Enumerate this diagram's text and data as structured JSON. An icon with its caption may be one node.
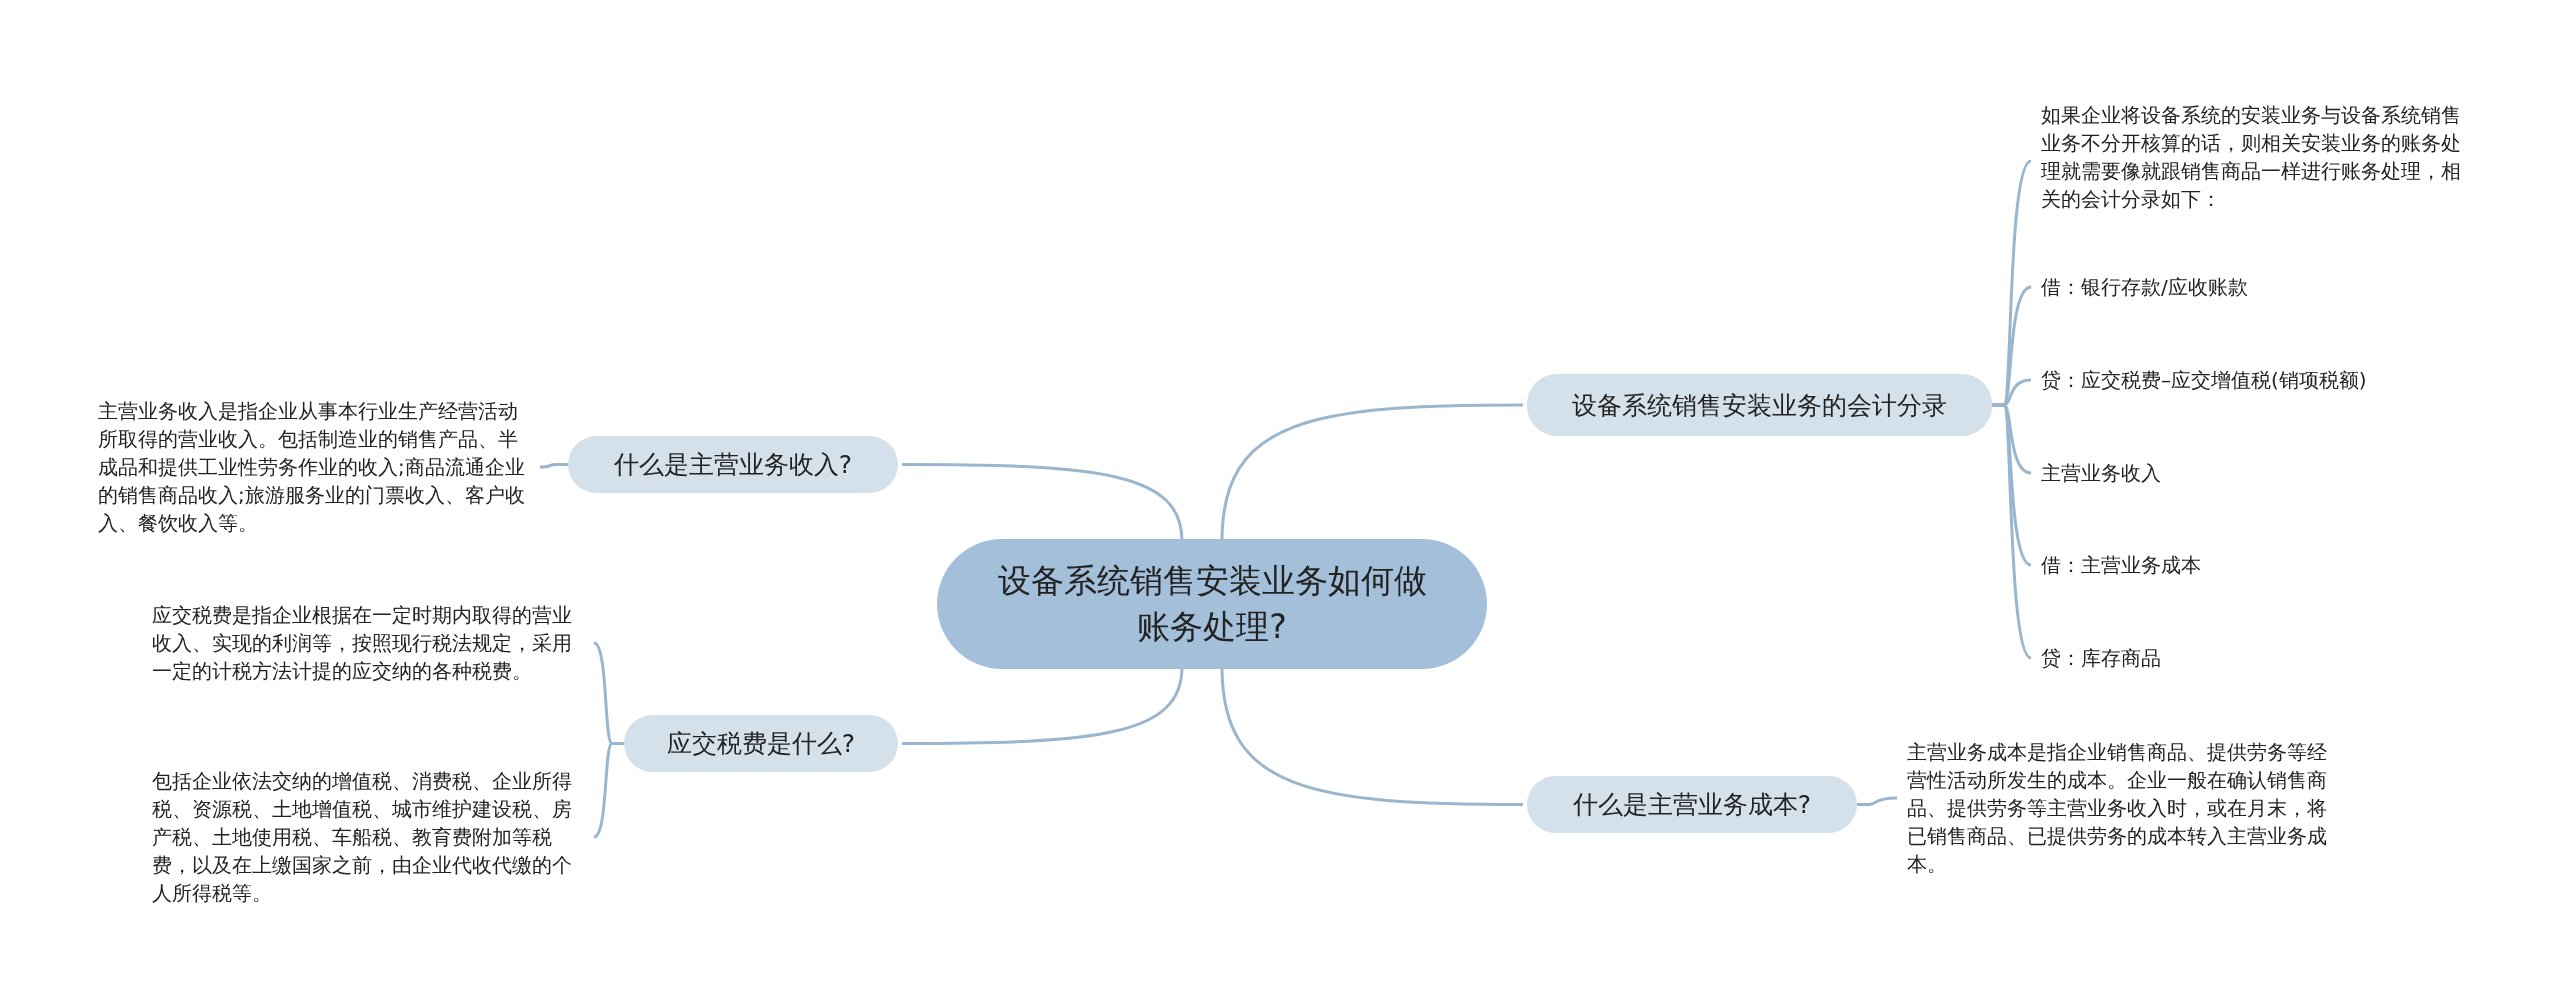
{
  "diagram": {
    "nodes": [
      {
        "text": [
          "设备系统销售安装业务如何做账务处理?"
        ]
      },
      {
        "text": [
          "设备系统销售安装业务的会计分录"
        ]
      },
      {
        "text": [
          "如果企业将设备系统的安装业务与设备系统销售业务不分开核算的话，则相关安装业务的账务处理就需要像就跟销售商品一样进行账务处理，相关的会计分录如下："
        ]
      },
      {
        "text": [
          "借：银行存款/应收账款"
        ]
      },
      {
        "text": [
          "贷：应交税费–应交增值税(销项税额)"
        ]
      },
      {
        "text": [
          "主营业务收入"
        ]
      },
      {
        "text": [
          "借：主营业务成本"
        ]
      },
      {
        "text": [
          "贷：库存商品"
        ]
      },
      {
        "text": [
          "什么是主营业务收入?"
        ]
      },
      {
        "text": [
          "主营业务收入是指企业从事本行业生产经营活动所取得的营业收入。包括制造业的销售产品、半成品和提供工业性劳务作业的收入;商品流通企业的销售商品收入;旅游服务业的门票收入、客户收入、餐饮收入等。"
        ]
      },
      {
        "text": [
          "应交税费是什么?"
        ]
      },
      {
        "text": [
          "应交税费是指企业根据在一定时期内取得的营业收入、实现的利润等，按照现行税法规定，采用一定的计税方法计提的应交纳的各种税费。"
        ]
      },
      {
        "text": [
          "包括企业依法交纳的增值税、消费税、企业所得税、资源税、土地增值税、城市维护建设税、房产税、土地使用税、车船税、教育费附加等税费，以及在上缴国家之前，由企业代收代缴的个人所得税等。"
        ]
      },
      {
        "text": [
          "什么是主营业务成本?"
        ]
      },
      {
        "text": [
          "主营业务成本是指企业销售商品、提供劳务等经营性活动所发生的成本。企业一般在确认销售商品、提供劳务等主营业务收入时，或在月末，将已销售商品、已提供劳务的成本转入主营业务成本。"
        ]
      }
    ],
    "edges": [
      {
        "from": 0,
        "to": 1,
        "arrow": "none"
      },
      {
        "from": 1,
        "to": 2,
        "arrow": "none"
      },
      {
        "from": 1,
        "to": 3,
        "arrow": "none"
      },
      {
        "from": 1,
        "to": 4,
        "arrow": "none"
      },
      {
        "from": 1,
        "to": 5,
        "arrow": "none"
      },
      {
        "from": 1,
        "to": 6,
        "arrow": "none"
      },
      {
        "from": 1,
        "to": 7,
        "arrow": "none"
      },
      {
        "from": 0,
        "to": 8,
        "arrow": "none"
      },
      {
        "from": 8,
        "to": 9,
        "arrow": "none"
      },
      {
        "from": 0,
        "to": 10,
        "arrow": "none"
      },
      {
        "from": 10,
        "to": 11,
        "arrow": "none"
      },
      {
        "from": 10,
        "to": 12,
        "arrow": "none"
      },
      {
        "from": 0,
        "to": 13,
        "arrow": "none"
      },
      {
        "from": 13,
        "to": 14,
        "arrow": "none"
      }
    ]
  }
}
